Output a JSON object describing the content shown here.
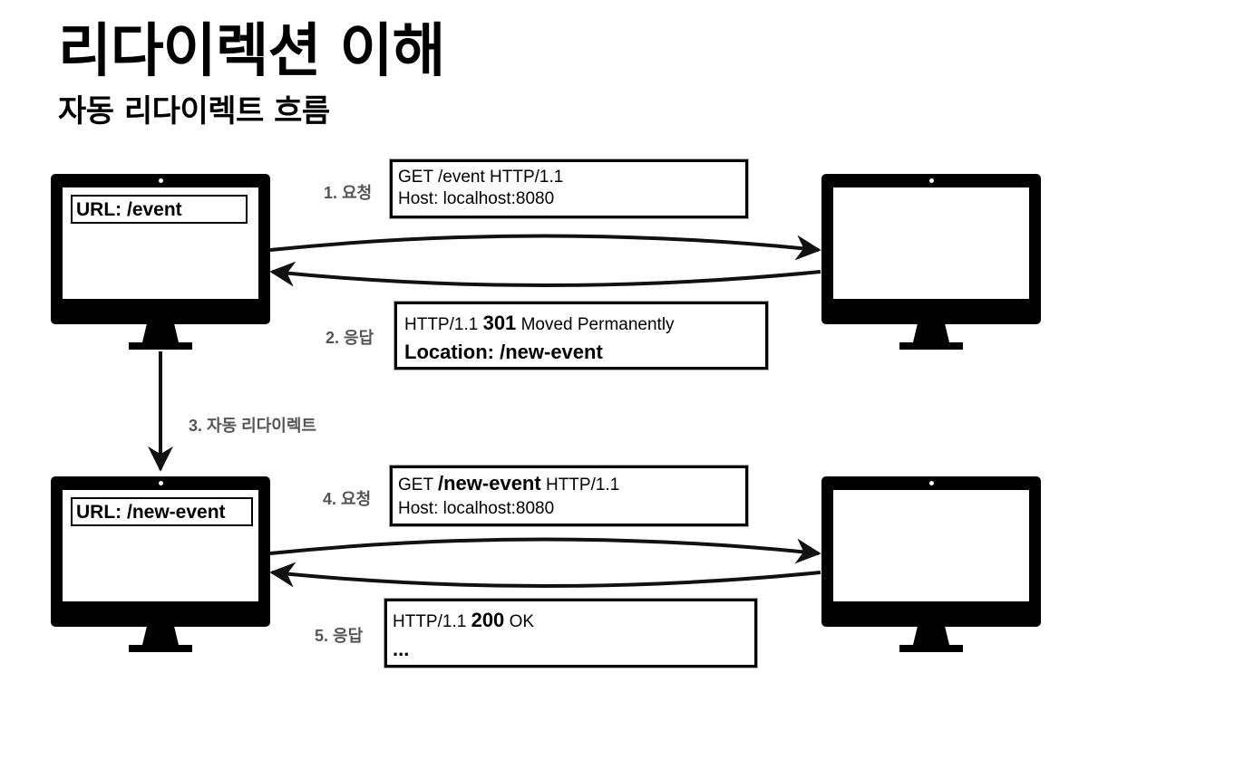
{
  "title": "리다이렉션 이해",
  "subtitle": "자동 리다이렉트 흐름",
  "clients": [
    {
      "url": "URL: /event"
    },
    {
      "url": "URL: /new-event"
    }
  ],
  "steps": {
    "s1": "1. 요청",
    "s2": "2. 응답",
    "s3": "3. 자동 리다이렉트",
    "s4": "4. 요청",
    "s5": "5. 응답"
  },
  "messages": {
    "m1": {
      "line1": "GET /event HTTP/1.1",
      "line2": "Host: localhost:8080"
    },
    "m2": {
      "line1_a": "HTTP/1.1 ",
      "line1_b": "301",
      "line1_c": " Moved Permanently",
      "line2": "Location: /new-event"
    },
    "m4": {
      "line1_a": "GET ",
      "line1_b": "/new-event",
      "line1_c": " HTTP/1.1",
      "line2": "Host: localhost:8080"
    },
    "m5": {
      "line1_a": "HTTP/1.1 ",
      "line1_b": "200",
      "line1_c": " OK",
      "line2": "..."
    }
  }
}
